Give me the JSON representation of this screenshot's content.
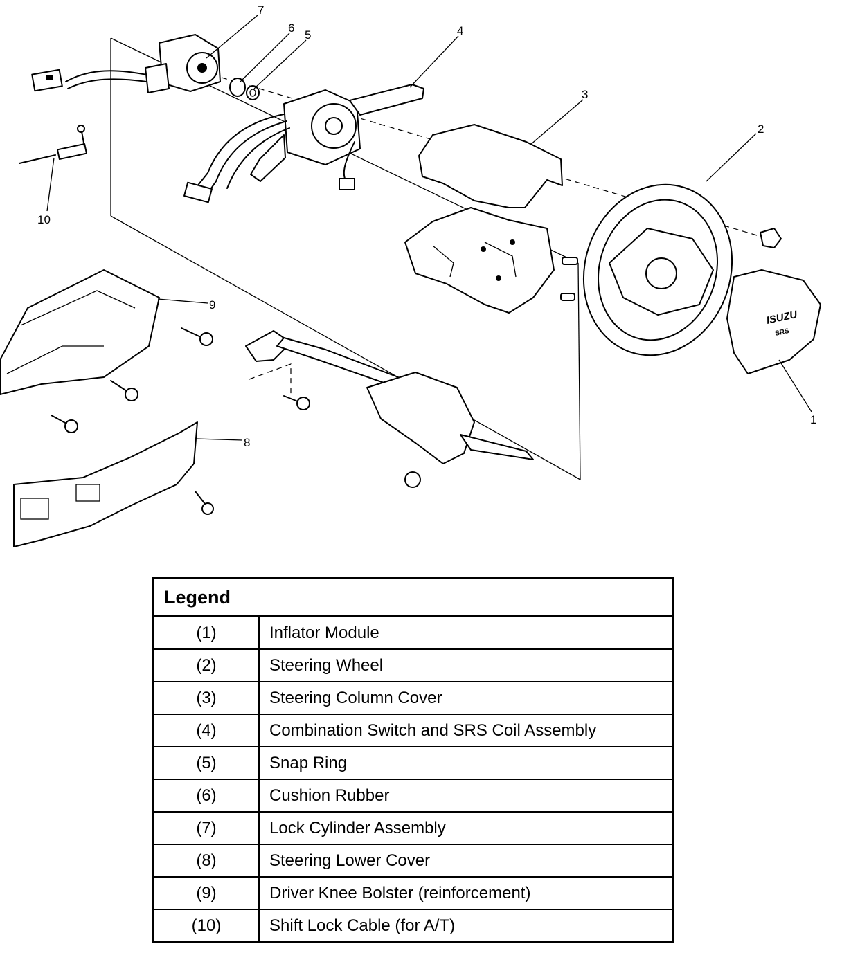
{
  "diagram": {
    "callouts": [
      "1",
      "2",
      "3",
      "4",
      "5",
      "6",
      "7",
      "8",
      "9",
      "10"
    ],
    "emblem_text": "ISUZU",
    "emblem_sub": "SRS"
  },
  "legend": {
    "title": "Legend",
    "rows": [
      {
        "num": "(1)",
        "desc": "Inflator Module"
      },
      {
        "num": "(2)",
        "desc": "Steering Wheel"
      },
      {
        "num": "(3)",
        "desc": "Steering Column Cover"
      },
      {
        "num": "(4)",
        "desc": "Combination Switch and SRS Coil Assembly"
      },
      {
        "num": "(5)",
        "desc": "Snap Ring"
      },
      {
        "num": "(6)",
        "desc": "Cushion Rubber"
      },
      {
        "num": "(7)",
        "desc": "Lock Cylinder Assembly"
      },
      {
        "num": "(8)",
        "desc": "Steering Lower Cover"
      },
      {
        "num": "(9)",
        "desc": "Driver Knee Bolster (reinforcement)"
      },
      {
        "num": "(10)",
        "desc": "Shift Lock Cable (for A/T)"
      }
    ]
  }
}
